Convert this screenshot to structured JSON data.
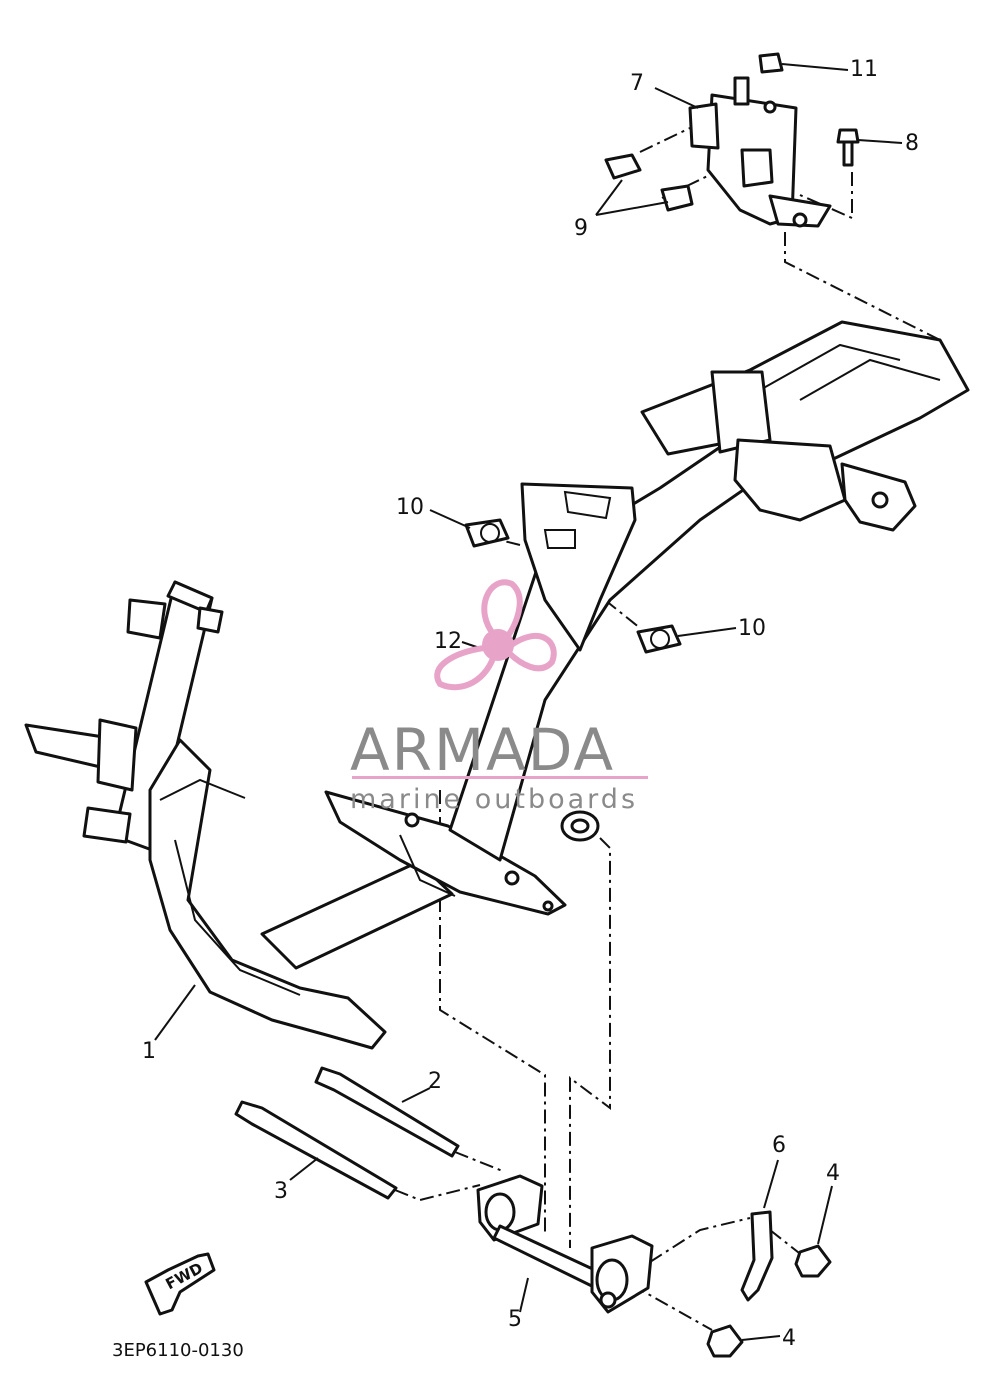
{
  "callouts": [
    {
      "id": "1",
      "label": "1"
    },
    {
      "id": "2",
      "label": "2"
    },
    {
      "id": "3",
      "label": "3"
    },
    {
      "id": "4a",
      "label": "4"
    },
    {
      "id": "4b",
      "label": "4"
    },
    {
      "id": "5",
      "label": "5"
    },
    {
      "id": "6",
      "label": "6"
    },
    {
      "id": "7",
      "label": "7"
    },
    {
      "id": "8",
      "label": "8"
    },
    {
      "id": "9",
      "label": "9"
    },
    {
      "id": "10a",
      "label": "10"
    },
    {
      "id": "10b",
      "label": "10"
    },
    {
      "id": "11",
      "label": "11"
    },
    {
      "id": "12",
      "label": "12"
    }
  ],
  "diagram_code": "3EP6110-0130",
  "fwd_label": "FWD",
  "watermark": {
    "title": "ARMADA",
    "subtitle": "marine outboards",
    "accent_color": "#e8a4c8",
    "text_color": "#8a8a8a",
    "logo_icon": "propeller-icon"
  }
}
